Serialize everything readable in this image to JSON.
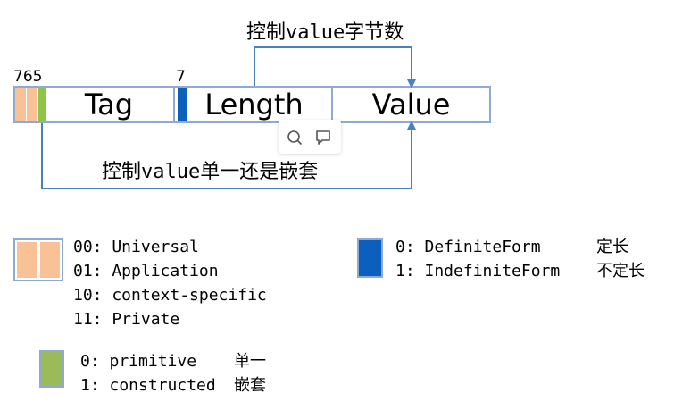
{
  "bits": {
    "tag_bits": "765",
    "length_bit": "7"
  },
  "fields": {
    "tag": "Tag",
    "length": "Length",
    "value": "Value"
  },
  "arrows": {
    "top_caption": "控制value字节数",
    "bottom_caption": "控制value单一还是嵌套"
  },
  "legend": {
    "class": {
      "lines": [
        "00: Universal",
        "01: Application",
        "10: context-specific",
        "11: Private"
      ],
      "color_a": "#f9c196",
      "color_b": "#f9c196"
    },
    "form": {
      "lines": [
        "0: DefiniteForm",
        "1: IndefiniteForm"
      ],
      "meanings": [
        "定长",
        "不定长"
      ],
      "color": "#0b5fbd"
    },
    "constructed": {
      "lines": [
        "0: primitive",
        "1: constructed"
      ],
      "meanings": [
        "单一",
        "嵌套"
      ],
      "color": "#9bbb59"
    }
  },
  "colors": {
    "border": "#8eaad4",
    "arrow": "#4a7fc1",
    "class_bits": "#f9c196",
    "pc_bit": "#8cc54a",
    "length_bit": "#0b5fbd"
  },
  "popup": {
    "icons": [
      "search-icon",
      "comment-icon"
    ]
  }
}
